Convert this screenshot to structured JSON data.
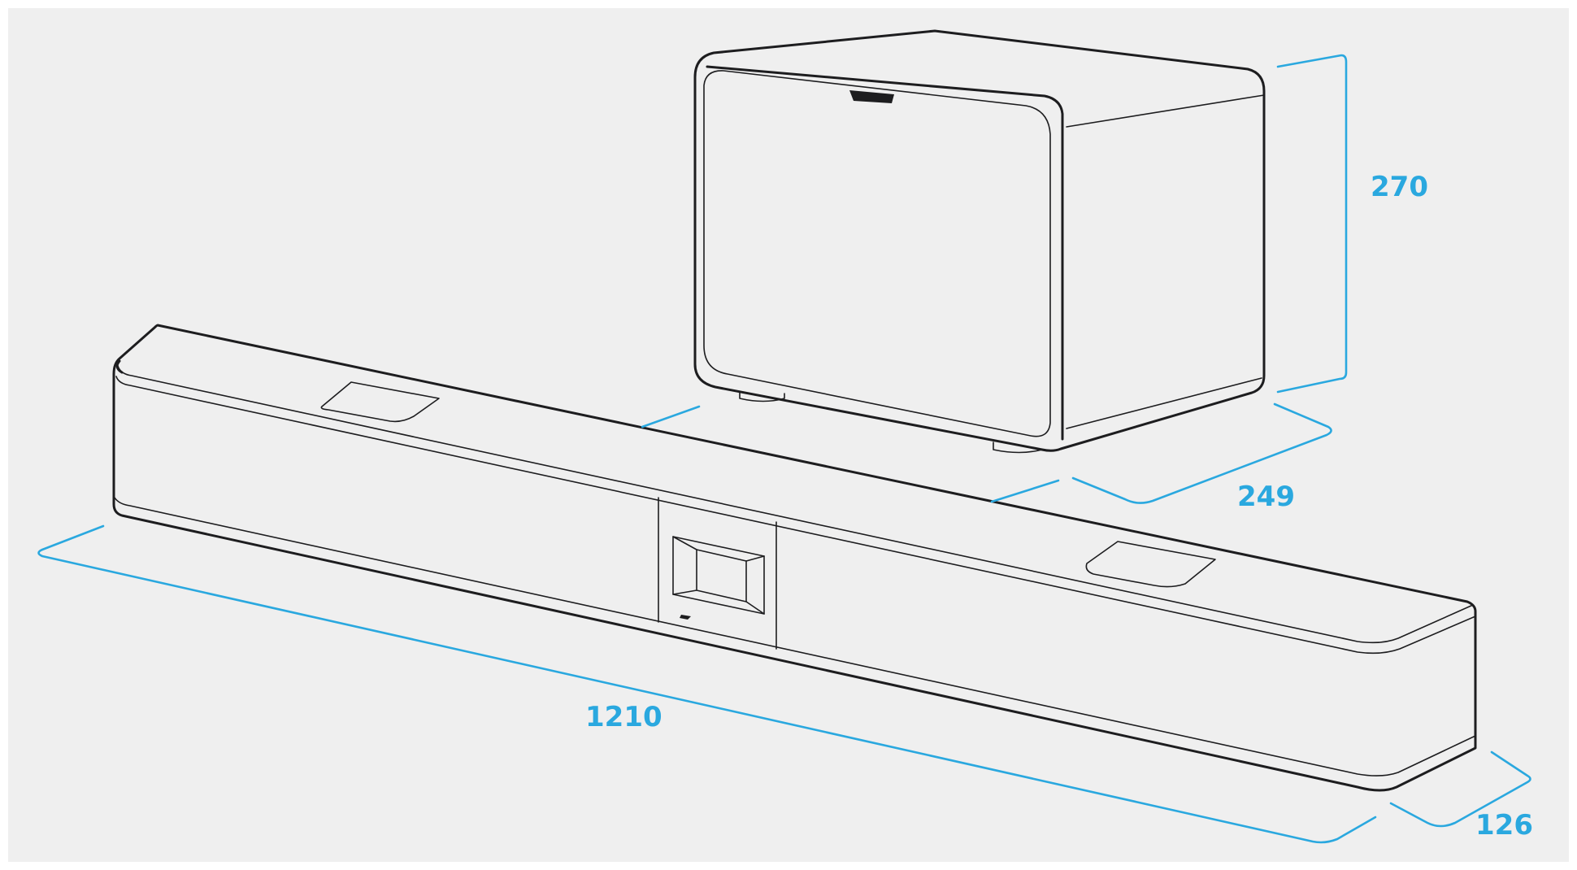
{
  "colors": {
    "background": "#efefef",
    "frame": "#ffffff",
    "outline": "#1d1d1f",
    "dimension": "#2aa8df"
  },
  "dimensions": {
    "subwoofer_height": "270",
    "subwoofer_depth": "249",
    "soundbar_width": "1210",
    "soundbar_depth": "126"
  }
}
